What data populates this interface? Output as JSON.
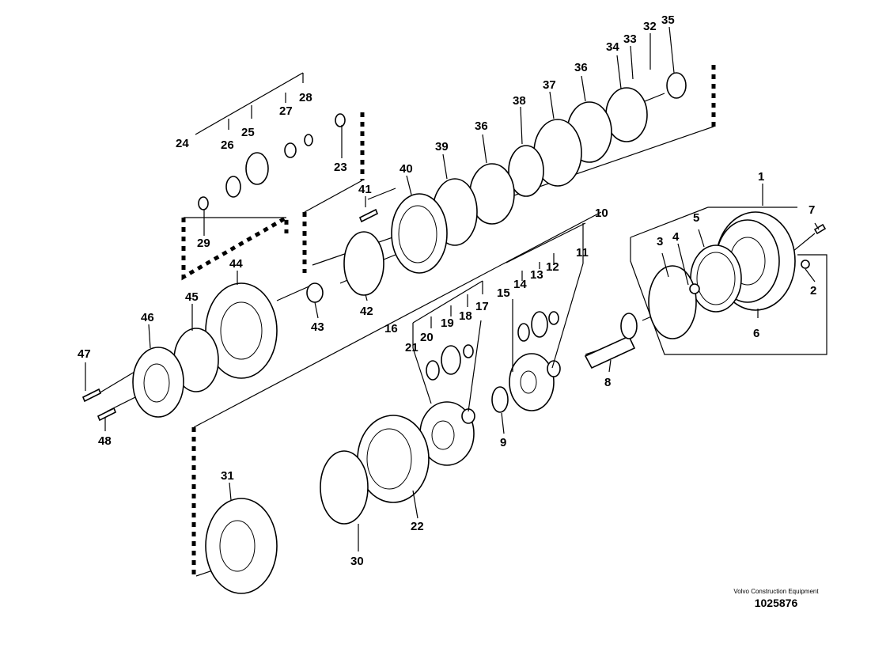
{
  "publisher": "Volvo Construction Equipment",
  "drawing_number": "1025876",
  "callouts": [
    "1",
    "2",
    "3",
    "4",
    "5",
    "6",
    "7",
    "8",
    "9",
    "10",
    "11",
    "12",
    "13",
    "14",
    "15",
    "16",
    "17",
    "18",
    "19",
    "20",
    "21",
    "22",
    "23",
    "24",
    "25",
    "26",
    "27",
    "28",
    "29",
    "30",
    "31",
    "32",
    "33",
    "34",
    "35",
    "36",
    "37",
    "38",
    "39",
    "40",
    "41",
    "42",
    "43",
    "44",
    "45",
    "46",
    "47",
    "48"
  ],
  "colors": {
    "ink": "#000000",
    "background": "#ffffff"
  }
}
